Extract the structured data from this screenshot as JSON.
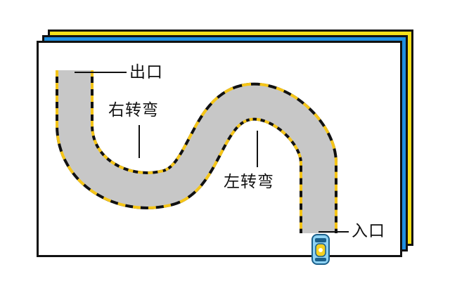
{
  "labels": {
    "exit": "出口",
    "right_turn": "右转弯",
    "left_turn": "左转弯",
    "entry": "入口"
  },
  "colors": {
    "road_fill": "#c7c7c7",
    "curb_yellow": "#f5c518",
    "curb_black": "#111111",
    "card_back_yellow": "#f6e11a",
    "card_back_blue": "#1f8fe0",
    "card_front": "#ffffff",
    "car_body": "#8fd3f4",
    "car_roof": "#f5d020"
  },
  "icons": {
    "car": "car-top-view-icon"
  }
}
